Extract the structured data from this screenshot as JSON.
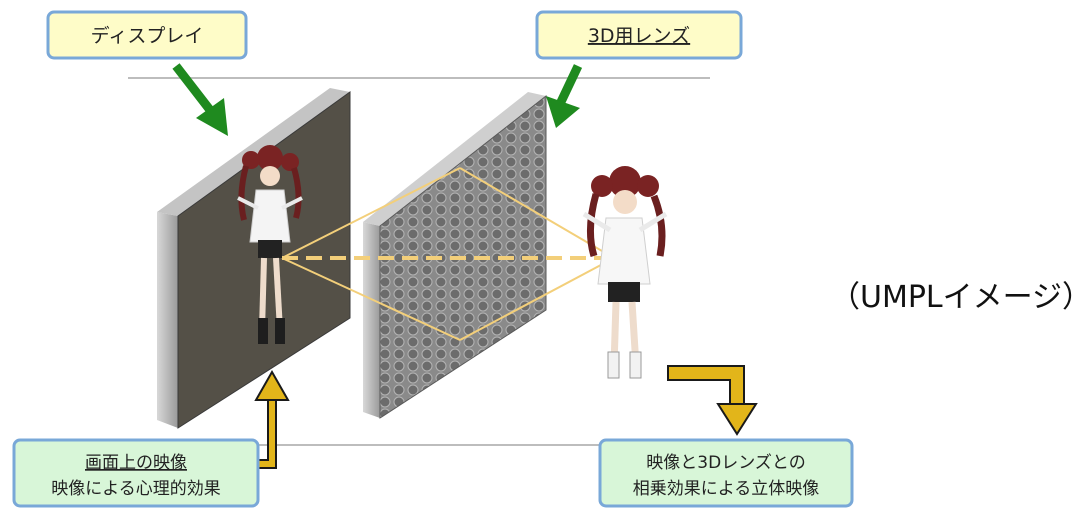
{
  "labels": {
    "display": "ディスプレイ",
    "lens": "3D用レンズ",
    "screen_line1": "画面上の映像",
    "screen_line2": "映像による心理的効果",
    "combined_line1": "映像と3Dレンズとの",
    "combined_line2": "相乗効果による立体映像"
  },
  "caption": "（UMPLイメージ）",
  "colors": {
    "box_yellow": "#fefcc8",
    "box_green": "#d8f6d8",
    "box_border": "#79a8d8",
    "arrow_green": "#1f8a1f",
    "arrow_yellow": "#e2b51a",
    "lens_face": "#8a8a8a",
    "display_face": "#545047",
    "beam": "#f3cf7a"
  }
}
